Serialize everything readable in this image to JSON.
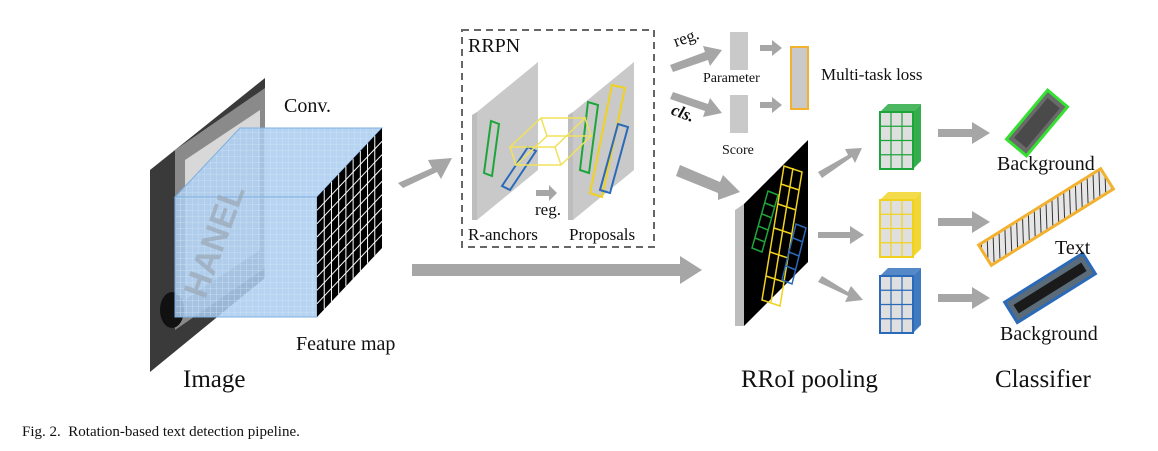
{
  "labels": {
    "image": "Image",
    "conv": "Conv.",
    "feature_map": "Feature map",
    "rrpn": "RRPN",
    "r_anchors": "R-anchors",
    "proposals": "Proposals",
    "inner_reg": "reg.",
    "top_reg": "reg.",
    "cls": "cls.",
    "parameter": "Parameter",
    "score": "Score",
    "multitask_loss": "Multi-task loss",
    "rroi_pooling": "RRoI pooling",
    "classifier": "Classifier",
    "background_top": "Background",
    "text": "Text",
    "background_bottom": "Background"
  },
  "photo_text": "HANEL",
  "caption": {
    "figure_number": "Fig. 2.",
    "text": "Rotation-based text detection pipeline."
  },
  "colors": {
    "arrow": "#a6a6a6",
    "panel": "#c9c9c9",
    "feature_cube": "#a9cdf0",
    "grid_face": "#000000",
    "green": "#1ea53a",
    "yellow": "#f0d21e",
    "blue": "#2a6ab8",
    "loss_box": "#f2b230",
    "bright_green": "#35e032"
  },
  "icons": {
    "arrows": "block-arrow",
    "grid_cells": "3x3-pooled-grid",
    "crop_previews": "rotated-text-crop"
  }
}
